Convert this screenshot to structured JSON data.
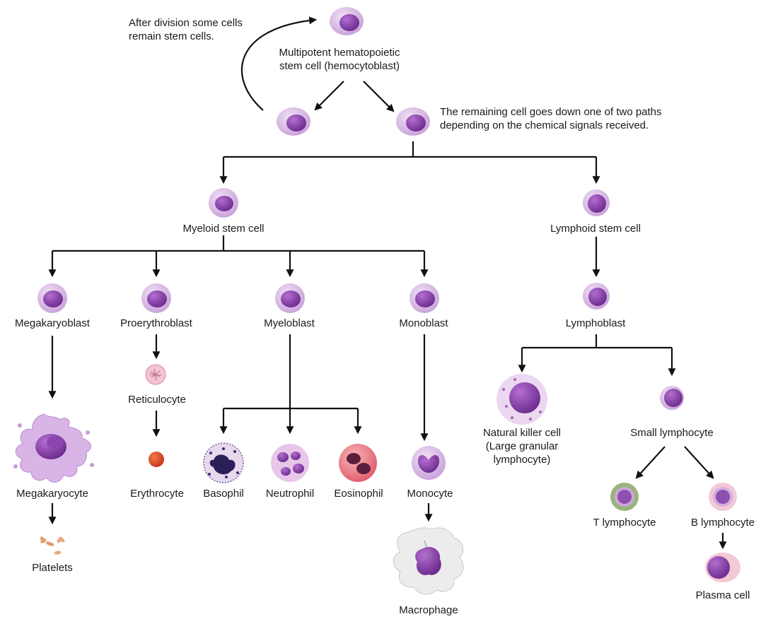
{
  "notes": {
    "stem_cell_renewal": [
      "After division some cells",
      "remain stem cells."
    ],
    "two_paths": [
      "The remaining cell goes down one of two paths",
      "depending on the chemical signals received."
    ]
  },
  "cells": {
    "hemocytoblast": [
      "Multipotent hematopoietic",
      "stem cell (hemocytoblast)"
    ],
    "myeloid_stem": "Myeloid stem cell",
    "lymphoid_stem": "Lymphoid stem cell",
    "megakaryoblast": "Megakaryoblast",
    "proerythroblast": "Proerythroblast",
    "myeloblast": "Myeloblast",
    "monoblast": "Monoblast",
    "lymphoblast": "Lymphoblast",
    "reticulocyte": "Reticulocyte",
    "megakaryocyte": "Megakaryocyte",
    "erythrocyte": "Erythrocyte",
    "basophil": "Basophil",
    "neutrophil": "Neutrophil",
    "eosinophil": "Eosinophil",
    "monocyte": "Monocyte",
    "natural_killer": [
      "Natural killer cell",
      "(Large granular",
      "lymphocyte)"
    ],
    "small_lymphocyte": "Small lymphocyte",
    "t_lymphocyte": "T lymphocyte",
    "b_lymphocyte": "B lymphocyte",
    "platelets": "Platelets",
    "macrophage": "Macrophage",
    "plasma_cell": "Plasma cell"
  }
}
